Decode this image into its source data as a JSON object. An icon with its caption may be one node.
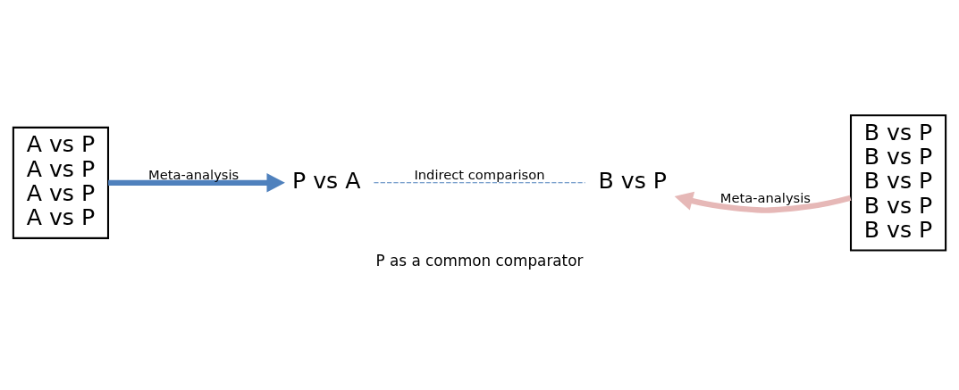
{
  "diagram": {
    "caption": "P as a common comparator",
    "nodes": [
      {
        "text": [
          "A vs P",
          "A vs P",
          "A vs P",
          "A vs P"
        ]
      },
      {
        "text": [
          "P vs A"
        ]
      },
      {
        "text": [
          "B vs P"
        ]
      },
      {
        "text": [
          "B vs P",
          "B vs P",
          "B vs P",
          "B vs P",
          "B vs P"
        ]
      }
    ],
    "edges": [
      {
        "from": 0,
        "to": 1,
        "arrow": "to",
        "label": "Meta-analysis",
        "color": "#4f81bd"
      },
      {
        "from": 1,
        "to": 2,
        "arrow": "none",
        "label": "Indirect comparison",
        "style": "dashed",
        "color": "#4f81bd"
      },
      {
        "from": 3,
        "to": 2,
        "arrow": "to",
        "label": "Meta-analysis",
        "color": "#e6b8b7"
      }
    ]
  }
}
